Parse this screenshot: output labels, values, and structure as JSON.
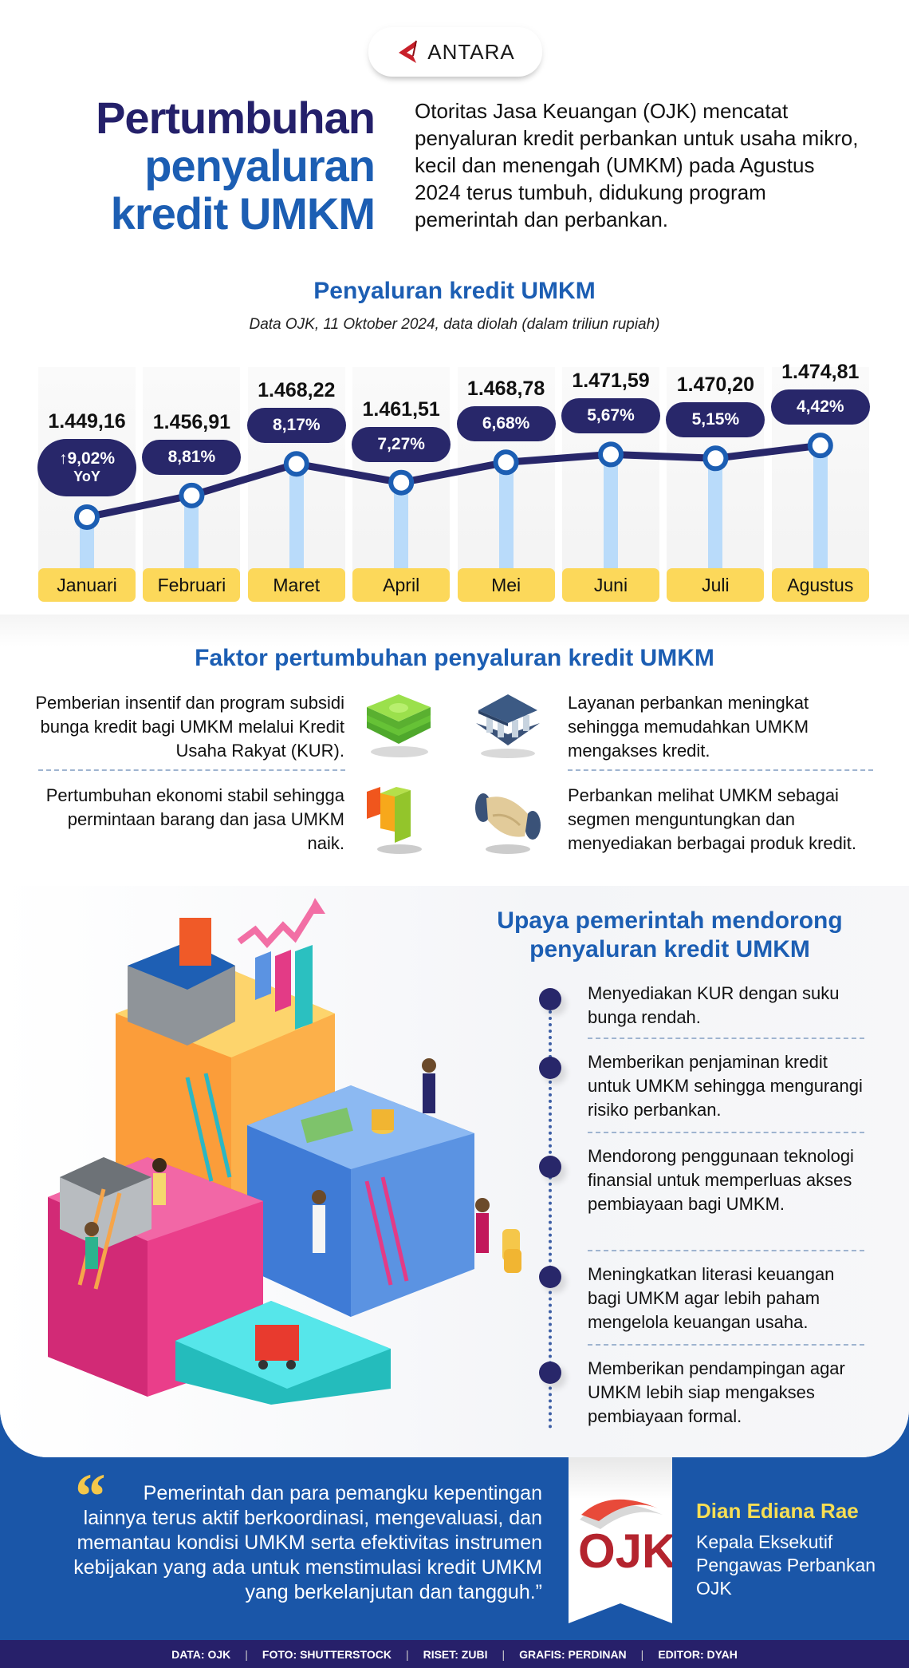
{
  "header": {
    "brand": "ANTARA",
    "title_line1": "Pertumbuhan",
    "title_line2": "penyaluran",
    "title_line3": "kredit UMKM",
    "intro": "Otoritas Jasa Keuangan (OJK) mencatat penyaluran kredit perbankan untuk usaha mikro, kecil dan menengah (UMKM) pada Agustus 2024 terus tumbuh, didukung program pemerintah dan perbankan."
  },
  "chart": {
    "title": "Penyaluran kredit UMKM",
    "subtitle": "Data OJK, 11 Oktober 2024, data diolah (dalam triliun rupiah)",
    "months": [
      "Januari",
      "Februari",
      "Maret",
      "April",
      "Mei",
      "Juni",
      "Juli",
      "Agustus"
    ],
    "values": [
      "1.449,16",
      "1.456,91",
      "1.468,22",
      "1.461,51",
      "1.468,78",
      "1.471,59",
      "1.470,20",
      "1.474,81"
    ],
    "growth": [
      "↑9,02%",
      "8,81%",
      "8,17%",
      "7,27%",
      "6,68%",
      "5,67%",
      "5,15%",
      "4,42%"
    ],
    "yoy_label": "YoY"
  },
  "chart_data": {
    "type": "line",
    "title": "Penyaluran kredit UMKM",
    "subtitle": "Data OJK, 11 Oktober 2024, data diolah (dalam triliun rupiah)",
    "categories": [
      "Januari",
      "Februari",
      "Maret",
      "April",
      "Mei",
      "Juni",
      "Juli",
      "Agustus"
    ],
    "series": [
      {
        "name": "Penyaluran kredit UMKM (triliun rupiah)",
        "values": [
          1449.16,
          1456.91,
          1468.22,
          1461.51,
          1468.78,
          1471.59,
          1470.2,
          1474.81
        ]
      },
      {
        "name": "Pertumbuhan YoY (%)",
        "values": [
          9.02,
          8.81,
          8.17,
          7.27,
          6.68,
          5.67,
          5.15,
          4.42
        ]
      }
    ],
    "xlabel": "",
    "ylabel": "triliun rupiah",
    "grid": false,
    "legend": "none"
  },
  "factors": {
    "title": "Faktor pertumbuhan penyaluran kredit UMKM",
    "items": [
      {
        "text": "Pemberian insentif dan program subsidi bunga kredit bagi UMKM melalui Kredit Usaha Rakyat (KUR).",
        "icon": "money-stack-icon"
      },
      {
        "text": "Layanan perbankan meningkat sehingga memudahkan UMKM mengakses kredit.",
        "icon": "bank-building-icon"
      },
      {
        "text": "Pertumbuhan ekonomi stabil sehingga permintaan barang dan jasa UMKM naik.",
        "icon": "bar-growth-icon"
      },
      {
        "text": "Perbankan melihat UMKM sebagai segmen menguntungkan dan menyediakan berbagai produk kredit.",
        "icon": "handshake-icon"
      }
    ]
  },
  "upaya": {
    "title": "Upaya pemerintah mendorong penyaluran kredit UMKM",
    "items": [
      "Menyediakan KUR dengan suku bunga rendah.",
      "Memberikan penjaminan kredit untuk UMKM sehingga mengurangi risiko perbankan.",
      "Mendorong penggunaan teknologi finansial untuk memperluas akses pembiayaan bagi UMKM.",
      "Meningkatkan literasi keuangan bagi UMKM agar lebih paham mengelola keuangan usaha.",
      "Memberikan pendampingan agar UMKM lebih siap mengakses pembiayaan formal."
    ]
  },
  "quote": {
    "mark": "“",
    "text": "Pemerintah dan para pemangku kepentingan lainnya terus aktif berkoordinasi, mengevaluasi, dan memantau kondisi UMKM serta efektivitas instrumen kebijakan yang ada untuk menstimulasi kredit UMKM yang berkelanjutan dan tangguh.”",
    "speaker_name": "Dian Ediana Rae",
    "speaker_role": "Kepala Eksekutif Pengawas Perbankan OJK",
    "org_logo": "OJK"
  },
  "credits": [
    "DATA: OJK",
    "FOTO: SHUTTERSTOCK",
    "RISET: ZUBI",
    "GRAFIS: PERDINAN",
    "EDITOR: DYAH"
  ],
  "colors": {
    "navy": "#28276a",
    "blue": "#1c5eb3",
    "yellow": "#fcd85a",
    "stem": "#b9dbfa",
    "band": "#1a56a8"
  }
}
